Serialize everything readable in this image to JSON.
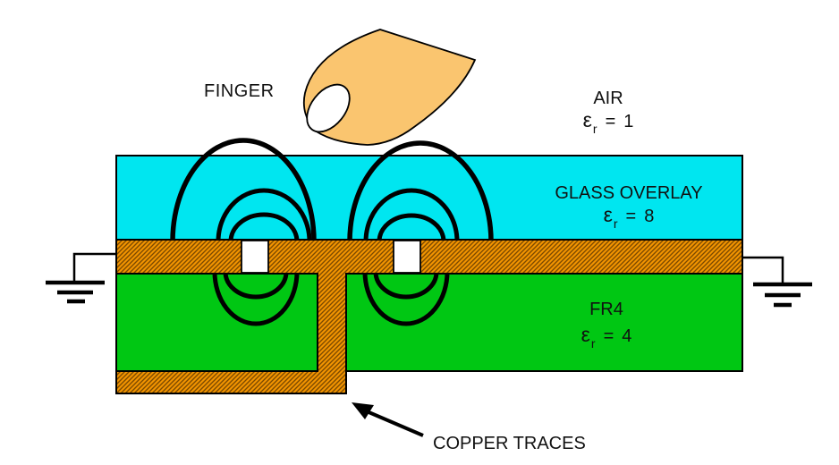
{
  "annotations": {
    "finger": "FINGER",
    "copper_traces": "COPPER TRACES"
  },
  "regions": {
    "air": {
      "name": "AIR",
      "epsilon": "ε",
      "epsilon_sub": "r",
      "equals": "=",
      "value": "1"
    },
    "glass": {
      "name": "GLASS OVERLAY",
      "epsilon": "ε",
      "epsilon_sub": "r",
      "equals": "=",
      "value": "8"
    },
    "fr4": {
      "name": "FR4",
      "epsilon": "ε",
      "epsilon_sub": "r",
      "equals": "=",
      "value": "4"
    }
  },
  "colors": {
    "glass": "#00E6F0",
    "fr4": "#00C713",
    "copper": "#F29400",
    "copper_hatch": "#7C4A00",
    "finger": "#FAC56F",
    "nail": "#FFFFFF",
    "field_line": "#000000",
    "outline": "#000000"
  }
}
